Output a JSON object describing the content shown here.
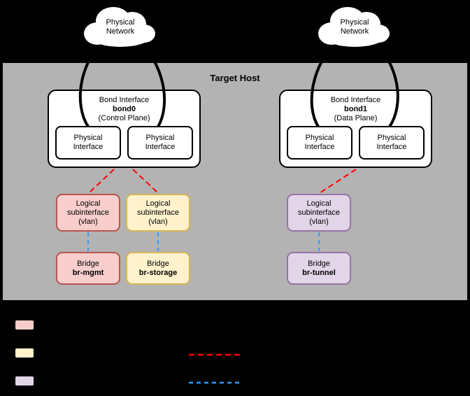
{
  "clouds": [
    {
      "label": "Physical\nNetwork"
    },
    {
      "label": "Physical\nNetwork"
    }
  ],
  "target_host": {
    "label": "Target Host"
  },
  "bonds": [
    {
      "title": "Bond Interface",
      "name": "bond0",
      "role": "(Control Plane)",
      "interfaces": [
        "Physical\nInterface",
        "Physical\nInterface"
      ]
    },
    {
      "title": "Bond Interface",
      "name": "bond1",
      "role": "(Data Plane)",
      "interfaces": [
        "Physical\nInterface",
        "Physical\nInterface"
      ]
    }
  ],
  "subinterfaces": [
    {
      "label": "Logical\nsubinterface\n(vlan)",
      "fill": "#f8cecc",
      "border": "#b85450"
    },
    {
      "label": "Logical\nsubinterface\n(vlan)",
      "fill": "#fff2cc",
      "border": "#d6b656"
    },
    {
      "label": "Logical\nsubinterface\n(vlan)",
      "fill": "#e1d5e7",
      "border": "#9673a6"
    }
  ],
  "bridges": [
    {
      "title": "Bridge",
      "name": "br-mgmt",
      "fill": "#f8cecc",
      "border": "#b85450"
    },
    {
      "title": "Bridge",
      "name": "br-storage",
      "fill": "#fff2cc",
      "border": "#d6b656"
    },
    {
      "title": "Bridge",
      "name": "br-tunnel",
      "fill": "#e1d5e7",
      "border": "#9673a6"
    }
  ],
  "legend": {
    "swatches": [
      {
        "fill": "#f8cecc",
        "border": "#b85450"
      },
      {
        "fill": "#fff2cc",
        "border": "#d6b656"
      },
      {
        "fill": "#e1d5e7",
        "border": "#9673a6"
      }
    ],
    "lines": [
      {
        "color": "#ff0000",
        "style": "dashed"
      },
      {
        "color": "#3399ff",
        "style": "dashed"
      }
    ]
  },
  "colors": {
    "background": "#000000",
    "host_fill": "#b3b3b3",
    "red_link": "#ff0000",
    "blue_link": "#3399ff"
  }
}
